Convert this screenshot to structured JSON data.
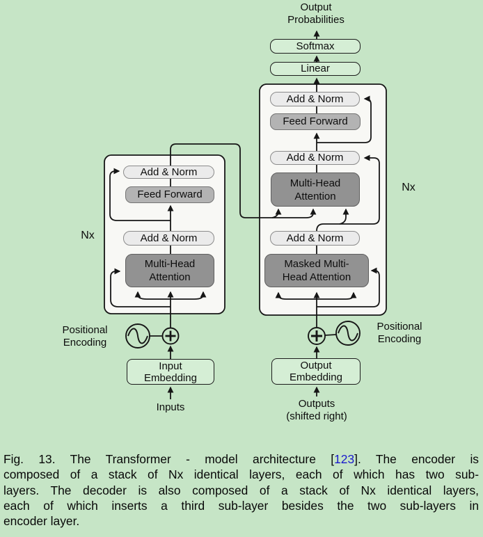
{
  "labels": {
    "output_probabilities": "Output\nProbabilities",
    "softmax": "Softmax",
    "linear": "Linear",
    "add_norm": "Add & Norm",
    "feed_forward": "Feed Forward",
    "multi_head_attention": "Multi-Head\nAttention",
    "masked_multi_head_attention": "Masked Multi-\nHead Attention",
    "nx": "Nx",
    "positional_encoding": "Positional\nEncoding",
    "input_embedding": "Input\nEmbedding",
    "output_embedding": "Output\nEmbedding",
    "inputs": "Inputs",
    "outputs": "Outputs\n(shifted right)"
  },
  "caption": {
    "line1_before": "Fig. 13. The Transformer - model architecture [",
    "citation": "123",
    "line1_after": "]. The encoder is",
    "line2": "composed of a stack of Nx identical layers, each of which has two sub-",
    "line3": "layers. The decoder is also composed of a stack of Nx identical layers,",
    "line4": "each of which inserts a third sub-layer besides the two sub-layers in",
    "line5": "encoder layer."
  },
  "colors": {
    "background_green": "#c6e5c6",
    "green_box_fill": "#d5eed5",
    "container_fill": "#f8f8f5",
    "add_norm_fill": "#ebebeb",
    "feed_forward_fill": "#b3b3b3",
    "attention_fill": "#929292",
    "citation_blue": "#1a1acc",
    "line_color": "#161616"
  }
}
